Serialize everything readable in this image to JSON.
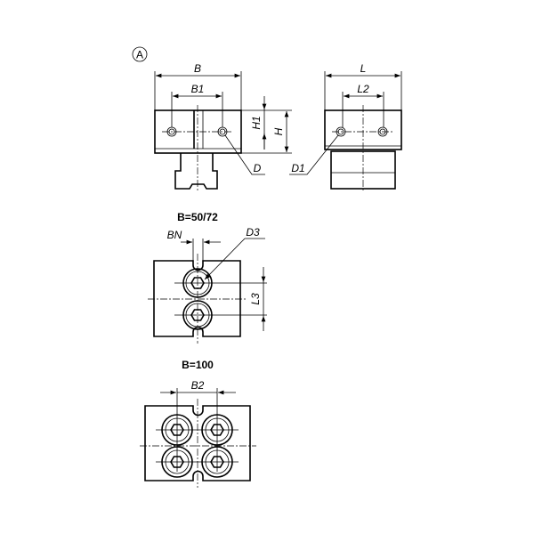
{
  "view_marker": "A",
  "front_view": {
    "labels": {
      "B": "B",
      "B1": "B1",
      "H1": "H1",
      "H": "H",
      "D": "D"
    }
  },
  "side_view": {
    "labels": {
      "L": "L",
      "L2": "L2",
      "D1": "D1"
    }
  },
  "top_view_small": {
    "title": "B=50/72",
    "labels": {
      "BN": "BN",
      "D3": "D3",
      "L3": "L3"
    }
  },
  "top_view_large": {
    "title": "B=100",
    "labels": {
      "B2": "B2"
    }
  }
}
